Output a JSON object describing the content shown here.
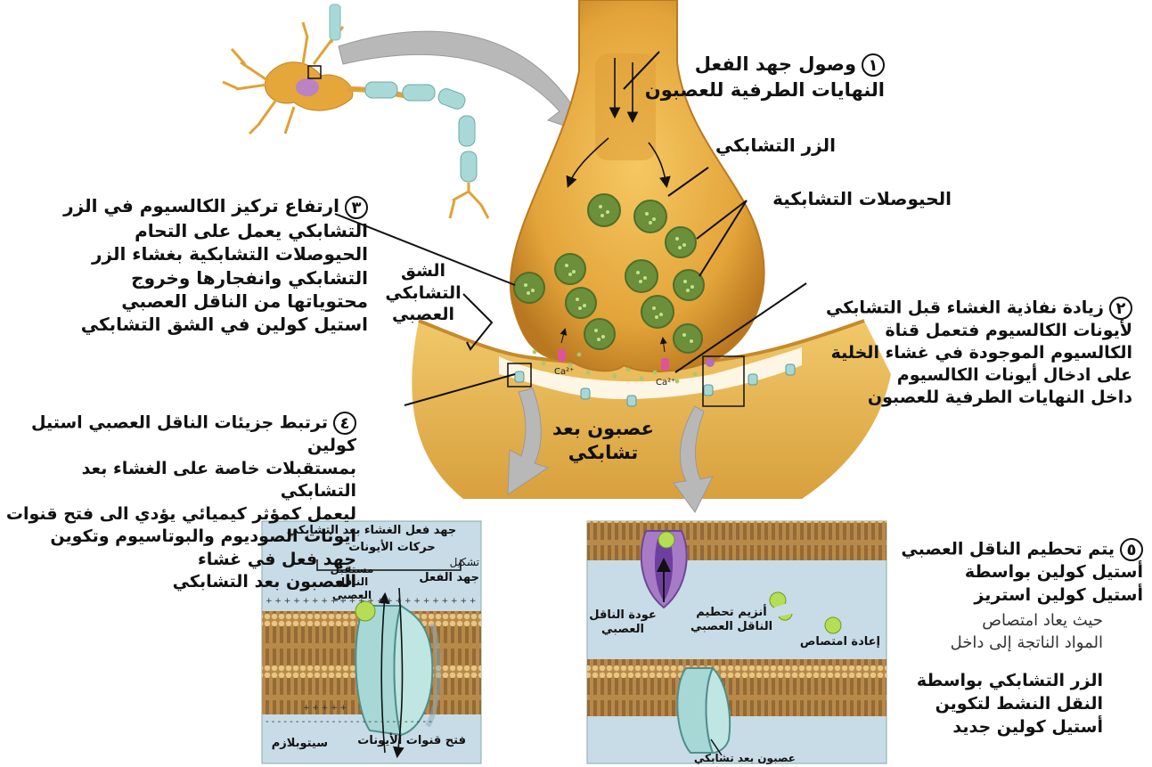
{
  "step1": {
    "number": "١",
    "text": "وصول جهد الفعل\nالنهايات الطرفية للعصبون"
  },
  "synaptic_knob_label": "الزر التشابكي",
  "synaptic_vesicles_label": "الحيوصلات التشابكية",
  "step3": {
    "number": "٣",
    "text": "ارتفاع تركيز الكالسيوم في الزر\nالتشابكي يعمل على التحام\nالحيوصلات التشابكية بغشاء الزر\nالتشابكي وانفجارها وخروج\nمحتوياتها من الناقل العصبي\nاستيل كولين في الشق التشابكي"
  },
  "synaptic_cleft_label": "الشق\nالتشابكي\nالعصبي",
  "step2": {
    "number": "٢",
    "text": "زيادة نفاذية الغشاء قبل التشابكي\nلأيونات الكالسيوم فتعمل  قناة\nالكالسيوم الموجودة في غشاء الخلية\nعلى ادخال أيونات الكالسيوم\nداخل النهايات الطرفية للعصبون"
  },
  "ion_label": "Ca²⁺",
  "postsynaptic_label": "عصبون بعد\nتشابكي",
  "step4": {
    "number": "٤",
    "text": "ترتبط جزيئات الناقل العصبي استيل كولين\nبمستقبلات خاصة على الغشاء بعد التشابكي\nليعمل كمؤثر كيميائي يؤدي الى فتح قنوات\nايونات الصوديوم والبوتاسيوم وتكوين\nجهد فعل في غشاء\nالعصبون بعد التشابكي"
  },
  "panel_left": {
    "title": "جهد فعل الغشاء بعد التشابكي",
    "ion_movements": "حركات الأيونات",
    "formation": "تشكيل",
    "action_potential": "جهد الفعل",
    "receptor": "مستقبل الناقل\nالعصبي",
    "channels_open": "فتح قنوات الأيونات",
    "cytoplasm": "سيتوبلازم",
    "plus_signs": "+ + + + + + + + + + + + + + + + + + + + + + + + + + + +",
    "minus_signs": "- - - - - - - - - - - - - - - - - - - - - - - - - - - -",
    "plus_bottom": "+ + + + +"
  },
  "panel_right": {
    "reuptake_return": "عودة الناقل\nالعصبي",
    "enzyme": "أنزيم تحطيم\nالناقل العصبي",
    "reabsorption": "إعادة امتصاص",
    "postsynaptic_neuron": "عصبون بعد تشابكي"
  },
  "step5": {
    "number": "٥",
    "text_a": "يتم تحطيم الناقل العصبي\nأستيل كولين بواسطة\nأستيل كولين استريز",
    "text_b": "حيث يعاد امتصاص\nالمواد الناتجة إلى داخل",
    "text_c": "الزر التشابكي بواسطة\nالنقل النشط لتكوين\nأستيل كولين جديد"
  },
  "colors": {
    "axon_gold": "#e8a73a",
    "knob_inner": "#d99a2e",
    "vesicle": "#6b8f3a",
    "vesicle_dot": "#c9e08a",
    "channel": "#a7d8d6",
    "membrane": "#b07a3c",
    "panel_bg": "#c7dce6"
  }
}
